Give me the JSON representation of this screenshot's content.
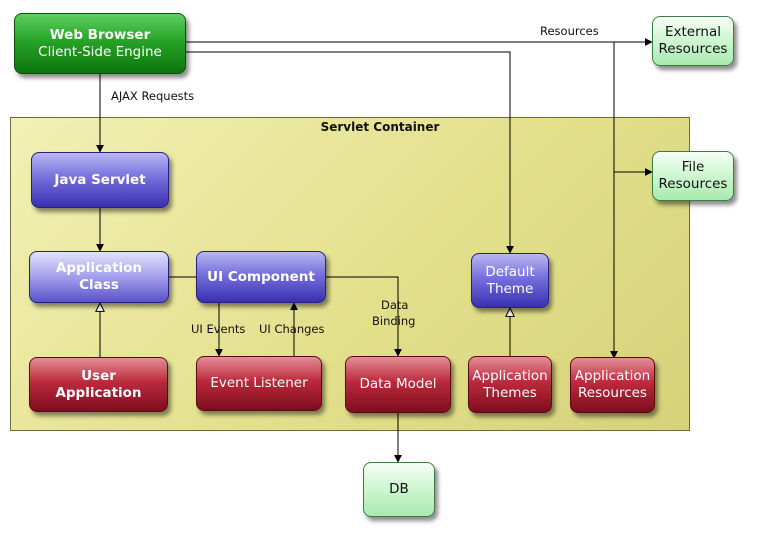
{
  "container": {
    "title": "Servlet Container"
  },
  "nodes": {
    "web_browser": {
      "line1": "Web Browser",
      "line2": "Client-Side Engine"
    },
    "external_resources": {
      "line1": "External",
      "line2": "Resources"
    },
    "file_resources": {
      "line1": "File",
      "line2": "Resources"
    },
    "java_servlet": {
      "label": "Java Servlet"
    },
    "application_class": {
      "line1": "Application",
      "line2": "Class"
    },
    "ui_component": {
      "label": "UI Component"
    },
    "default_theme": {
      "line1": "Default",
      "line2": "Theme"
    },
    "user_application": {
      "line1": "User",
      "line2": "Application"
    },
    "event_listener": {
      "label": "Event Listener"
    },
    "data_model": {
      "label": "Data Model"
    },
    "application_themes": {
      "line1": "Application",
      "line2": "Themes"
    },
    "application_resources": {
      "line1": "Application",
      "line2": "Resources"
    },
    "db": {
      "label": "DB"
    }
  },
  "edge_labels": {
    "resources": "Resources",
    "ajax_requests": "AJAX Requests",
    "ui_events": "UI Events",
    "ui_changes": "UI Changes",
    "data_binding_1": "Data",
    "data_binding_2": "Binding"
  }
}
